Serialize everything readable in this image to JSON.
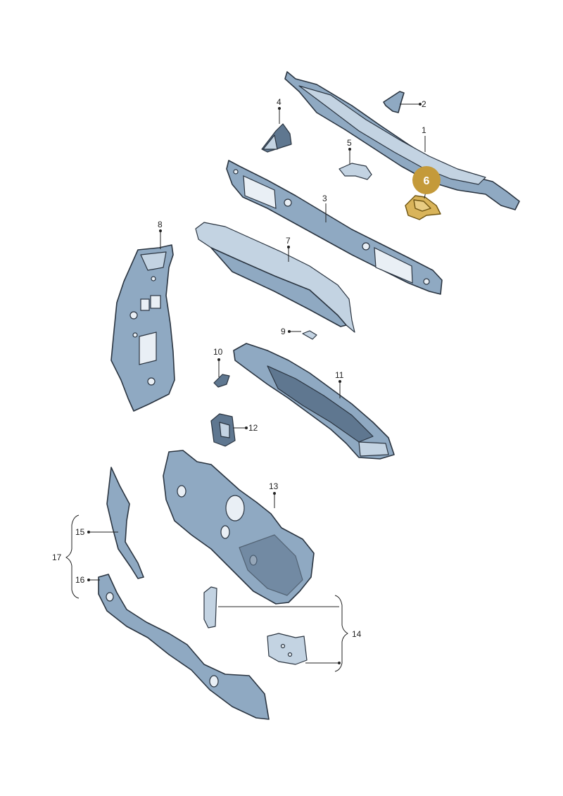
{
  "callouts": {
    "c1": "1",
    "c2": "2",
    "c3": "3",
    "c4": "4",
    "c5": "5",
    "c6": "6",
    "c7": "7",
    "c8": "8",
    "c9": "9",
    "c10": "10",
    "c11": "11",
    "c12": "12",
    "c13": "13",
    "c14": "14",
    "c15": "15",
    "c16": "16",
    "c17": "17"
  },
  "highlighted_part": "6",
  "colors": {
    "part_fill": "#8fa9c2",
    "part_outline": "#2a3440",
    "highlight_fill": "#d9b45a",
    "highlight_badge": "#c49a3a"
  }
}
